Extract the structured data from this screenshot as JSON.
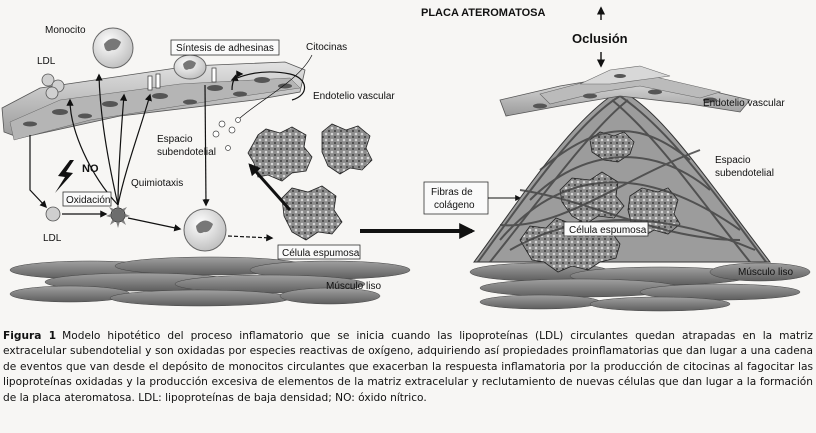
{
  "figure": {
    "left_panel": {
      "monocito": "Monocito",
      "ldl_top": "LDL",
      "sintesis_adhesinas": "Síntesis de adhesinas",
      "citocinas": "Citocinas",
      "endotelio_vascular": "Endotelio vascular",
      "espacio_line1": "Espacio",
      "espacio_line2": "subendotelial",
      "no": "NO",
      "quimiotaxis": "Quimiotaxis",
      "oxidacion": "Oxidación",
      "ldl_bottom": "LDL",
      "celula_espumosa": "Célula espumosa",
      "musculo_liso": "Músculo liso"
    },
    "middle": {
      "fibras_line1": "Fibras de",
      "fibras_line2": "colágeno"
    },
    "right_panel": {
      "title": "PLACA ATEROMATOSA",
      "oclusion": "Oclusión",
      "endotelio_vascular": "Endotelio vascular",
      "espacio_line1": "Espacio",
      "espacio_line2": "subendotelial",
      "celula_espumosa": "Célula espumosa",
      "musculo_liso": "Músculo liso"
    }
  },
  "caption": {
    "label": "Figura 1",
    "text": "Modelo hipotético del proceso inflamatorio que se inicia cuando las lipoproteínas (LDL) circulantes quedan atrapadas en la matriz extracelular subendotelial y son oxidadas por especies reactivas de oxígeno, adquiriendo así propiedades proinflamatorias que dan lugar a una cadena de eventos que van desde el depósito de monocitos circulantes que exacerban la respuesta inflamatoria por la producción de citocinas al fagocitar las lipoproteínas oxidadas y la producción excesiva de elementos de la matriz extracelular y reclutamiento de nuevas células que dan lugar a la formación de la placa ateromatosa. LDL: lipoproteínas de baja densidad; NO: óxido nítrico."
  },
  "colors": {
    "tissue_light": "#c8c8c8",
    "tissue_dark": "#5a5a5a",
    "muscle": "#8a8a8a",
    "arrow": "#111111"
  }
}
